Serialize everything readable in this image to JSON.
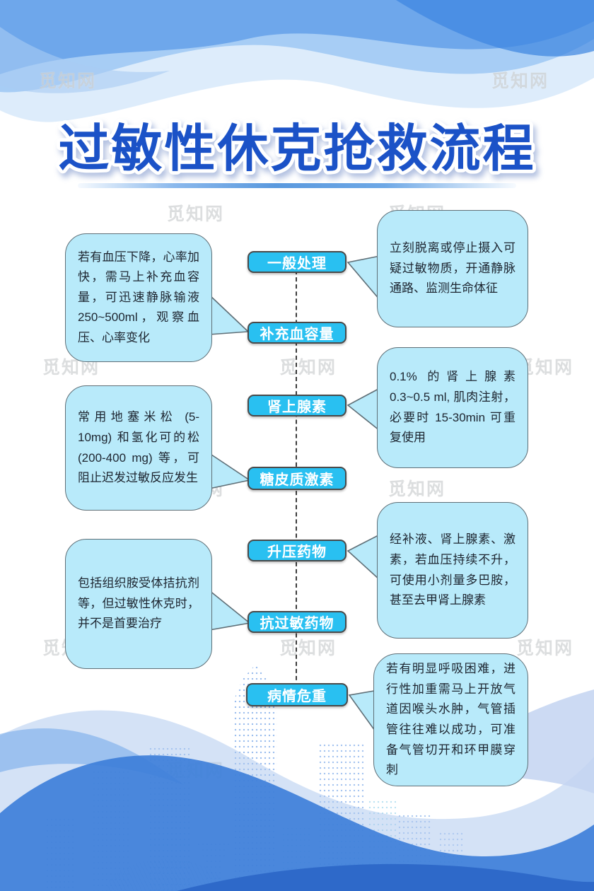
{
  "title": "过敏性休克抢救流程",
  "watermark_text": "觅知网",
  "flow": {
    "nodes": [
      "一般处理",
      "补充血容量",
      "肾上腺素",
      "糖皮质激素",
      "升压药物",
      "抗过敏药物",
      "病情危重"
    ],
    "left_notes": [
      "若有血压下降，心率加快，需马上补充血容量，可迅速静脉输液 250~500ml，观察血压、心率变化",
      "常用地塞米松 (5-10mg) 和氢化可的松 (200-400 mg) 等，可阻止迟发过敏反应发生",
      "包括组织胺受体拮抗剂等，但过敏性休克时，并不是首要治疗"
    ],
    "right_notes": [
      "立刻脱离或停止摄入可疑过敏物质，开通静脉通路、监测生命体征",
      "0.1% 的肾上腺素 0.3~0.5 ml, 肌肉注射，必要时 15-30min 可重复使用",
      "经补液、肾上腺素、激素，若血压持续不升，可使用小剂量多巴胺，甚至去甲肾上腺素",
      "若有明显呼吸困难，进行性加重需马上开放气道因喉头水肿，气管插管往往难以成功，可准备气管切开和环甲膜穿刺"
    ]
  },
  "colors": {
    "title_blue": "#1b52c7",
    "node_fill": "#29c0f1",
    "node_border": "#4a4a4a",
    "bubble_fill": "#b8eafa",
    "bubble_border": "#5f6f77",
    "wave_blue": "#3e7fd9"
  }
}
